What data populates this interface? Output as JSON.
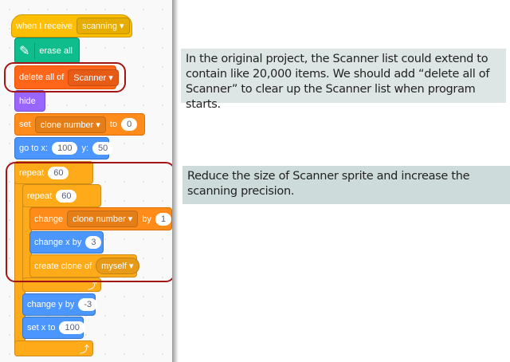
{
  "blocks": {
    "when_receive": {
      "label": "when I receive",
      "message": "scanning"
    },
    "erase_all": {
      "label": "erase all"
    },
    "delete_all": {
      "label": "delete all of",
      "list": "Scanner"
    },
    "hide": {
      "label": "hide"
    },
    "set_var": {
      "label": "set",
      "variable": "clone number",
      "to": "to",
      "value": "0"
    },
    "go_to": {
      "label": "go to x:",
      "x": "100",
      "y_label": "y:",
      "y": "50"
    },
    "repeat_outer": {
      "label": "repeat",
      "count": "60"
    },
    "repeat_inner": {
      "label": "repeat",
      "count": "60"
    },
    "change_var": {
      "label": "change",
      "variable": "clone number",
      "by": "by",
      "value": "1"
    },
    "change_x": {
      "label": "change x by",
      "value": "3"
    },
    "create_clone": {
      "label": "create clone of",
      "target": "myself"
    },
    "change_y": {
      "label": "change y by",
      "value": "-3"
    },
    "set_x": {
      "label": "set x to",
      "value": "100"
    }
  },
  "notes": [
    {
      "text": "In the original project, the Scanner list could extend to contain like 20,000 items. We should add “delete all of Scanner” to clear up the Scanner list when program starts."
    },
    {
      "text": "Reduce the size of Scanner sprite and increase the scanning precision."
    }
  ],
  "colors": {
    "highlight": "#a31515",
    "note1_bg": "#dde6e4",
    "note2_bg": "#cddcda"
  }
}
